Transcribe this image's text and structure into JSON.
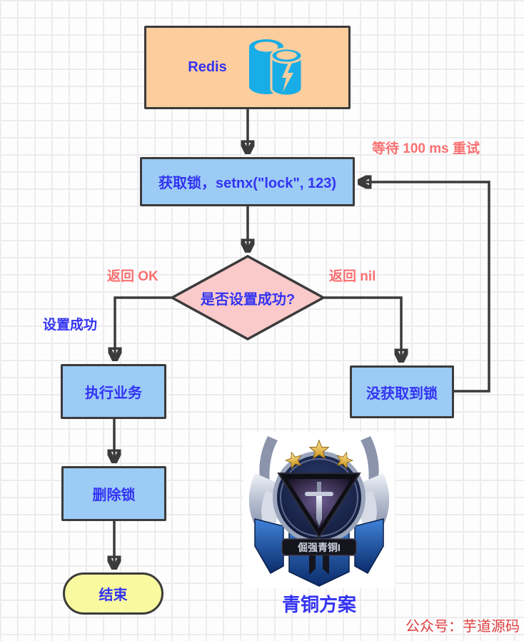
{
  "colors": {
    "node-orange": "#fccd9d",
    "node-blue": "#9ccbf6",
    "node-pink": "#fac9ca",
    "node-yellow": "#f9f9a0",
    "stroke-dark": "#3b3b3b",
    "text-blue": "#3333f2",
    "label-red": "#f97070",
    "footer-red": "#e03e3e",
    "icon-cyan": "#18ade6"
  },
  "flowchart": {
    "nodes": {
      "redis": {
        "label": "Redis",
        "icon": "redis-database-icon"
      },
      "acquire_lock": {
        "label": "获取锁，setnx(\"lock\", 123)"
      },
      "decision": {
        "label": "是否设置成功?"
      },
      "execute_business": {
        "label": "执行业务"
      },
      "lock_not_acquired": {
        "label": "没获取到锁"
      },
      "delete_lock": {
        "label": "删除锁"
      },
      "end": {
        "label": "结束"
      }
    },
    "edge_labels": {
      "return_ok": "返回 OK",
      "set_success": "设置成功",
      "return_nil": "返回 nil",
      "retry_wait": "等待 100 ms 重试"
    }
  },
  "badge": {
    "rank_text": "倔强青铜I",
    "caption": "青铜方案"
  },
  "footer": {
    "credit": "公众号：芋道源码"
  }
}
